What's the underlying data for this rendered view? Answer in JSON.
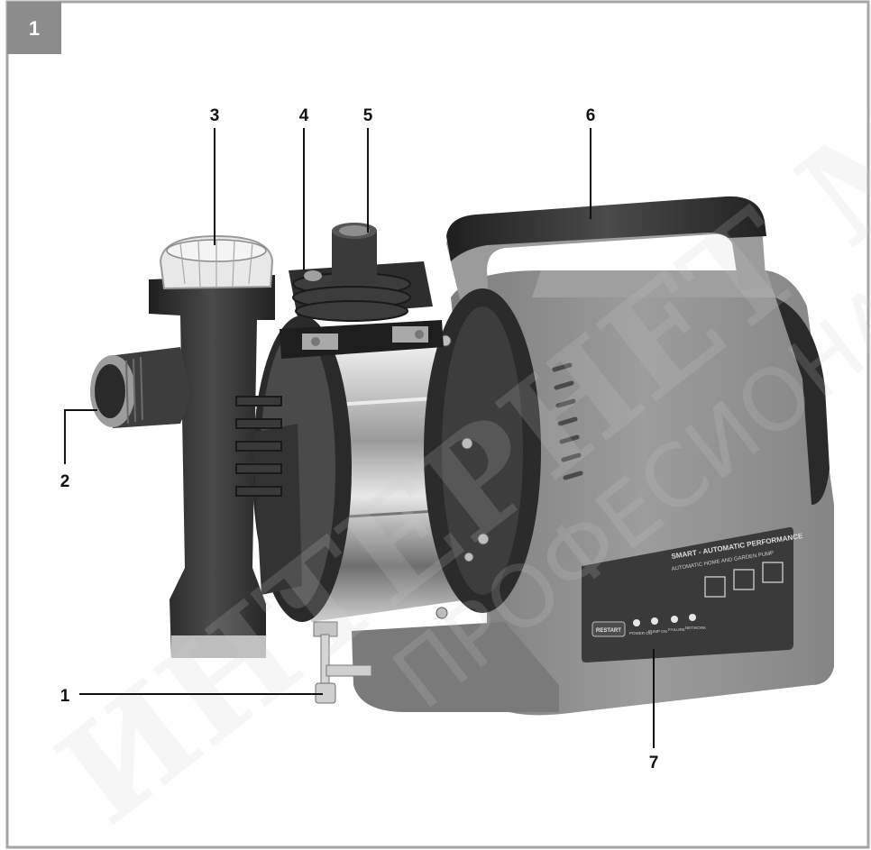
{
  "figure": {
    "number": "1",
    "callouts": [
      {
        "id": "1",
        "label": "1"
      },
      {
        "id": "2",
        "label": "2"
      },
      {
        "id": "3",
        "label": "3"
      },
      {
        "id": "4",
        "label": "4"
      },
      {
        "id": "5",
        "label": "5"
      },
      {
        "id": "6",
        "label": "6"
      },
      {
        "id": "7",
        "label": "7"
      }
    ]
  },
  "control_panel": {
    "brand_line": "SMART - AUTOMATIC PERFORMANCE",
    "sub_line": "AUTOMATIC HOME AND GARDEN PUMP",
    "restart_button": "RESTART",
    "indicators": [
      "POWER ON",
      "PUMP ON",
      "FAILURE",
      "NETWORK"
    ]
  },
  "watermark": {
    "line1": "ИНТЕРНЕТ МАГАЗИН",
    "line2": "ПРОФЕСИОНАЛНИ РЕШЕНИЯ"
  },
  "colors": {
    "frame": "#a6a6a6",
    "tab": "#8c8c8c",
    "housing": "#8a8a8a",
    "dark_plastic": "#2e2e2e",
    "steel": "#c9c9c9",
    "panel": "#3a3a3a"
  }
}
